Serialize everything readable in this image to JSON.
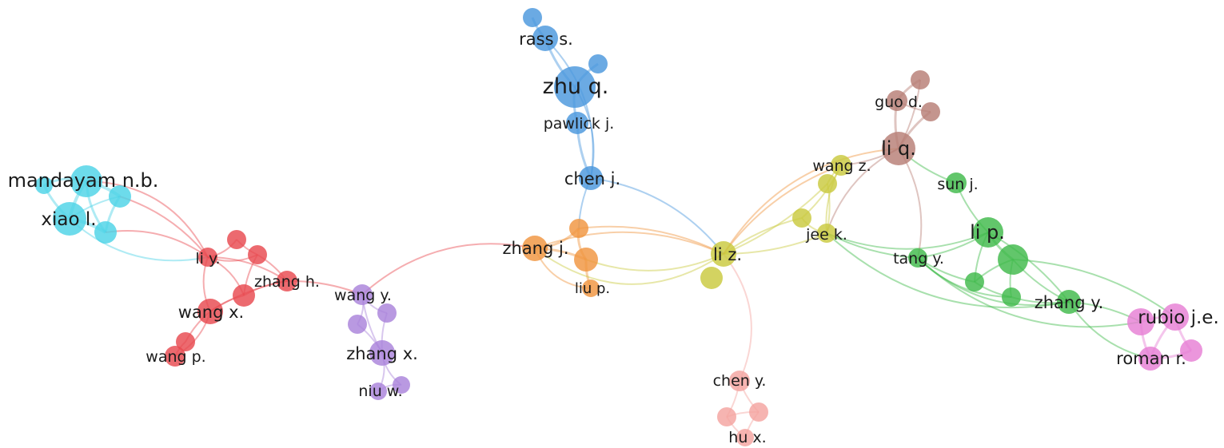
{
  "clusters": {
    "cyan": "#4dd3e6",
    "red": "#e8494f",
    "purple": "#a983da",
    "orange": "#f0953f",
    "blue": "#4a97dd",
    "yellow": "#c9c93e",
    "brown": "#b77e75",
    "green": "#3fba4a",
    "pink": "#e77fd4",
    "salmon": "#f4a4a0"
  },
  "labels": {
    "mandayam": "mandayam n.b.",
    "xiao": "xiao l.",
    "li_y": "li y.",
    "zhang_h": "zhang h.",
    "wang_x": "wang x.",
    "wang_p": "wang p.",
    "wang_y": "wang y.",
    "zhang_x": "zhang x.",
    "niu_w": "niu w.",
    "zhang_j": "zhang j.",
    "liu_p": "liu p.",
    "rass": "rass s.",
    "zhu_q": "zhu q.",
    "pawlick": "pawlick j.",
    "chen_j": "chen j.",
    "li_z": "li z.",
    "chen_y": "chen y.",
    "hu_x": "hu x.",
    "wang_z": "wang z.",
    "jee": "jee k.",
    "guo": "guo d.",
    "li_q": "li q.",
    "sun": "sun j.",
    "li_p": "li p.",
    "tang": "tang y.",
    "zhang_y": "zhang y.",
    "rubio": "rubio j.e.",
    "roman": "roman r."
  }
}
